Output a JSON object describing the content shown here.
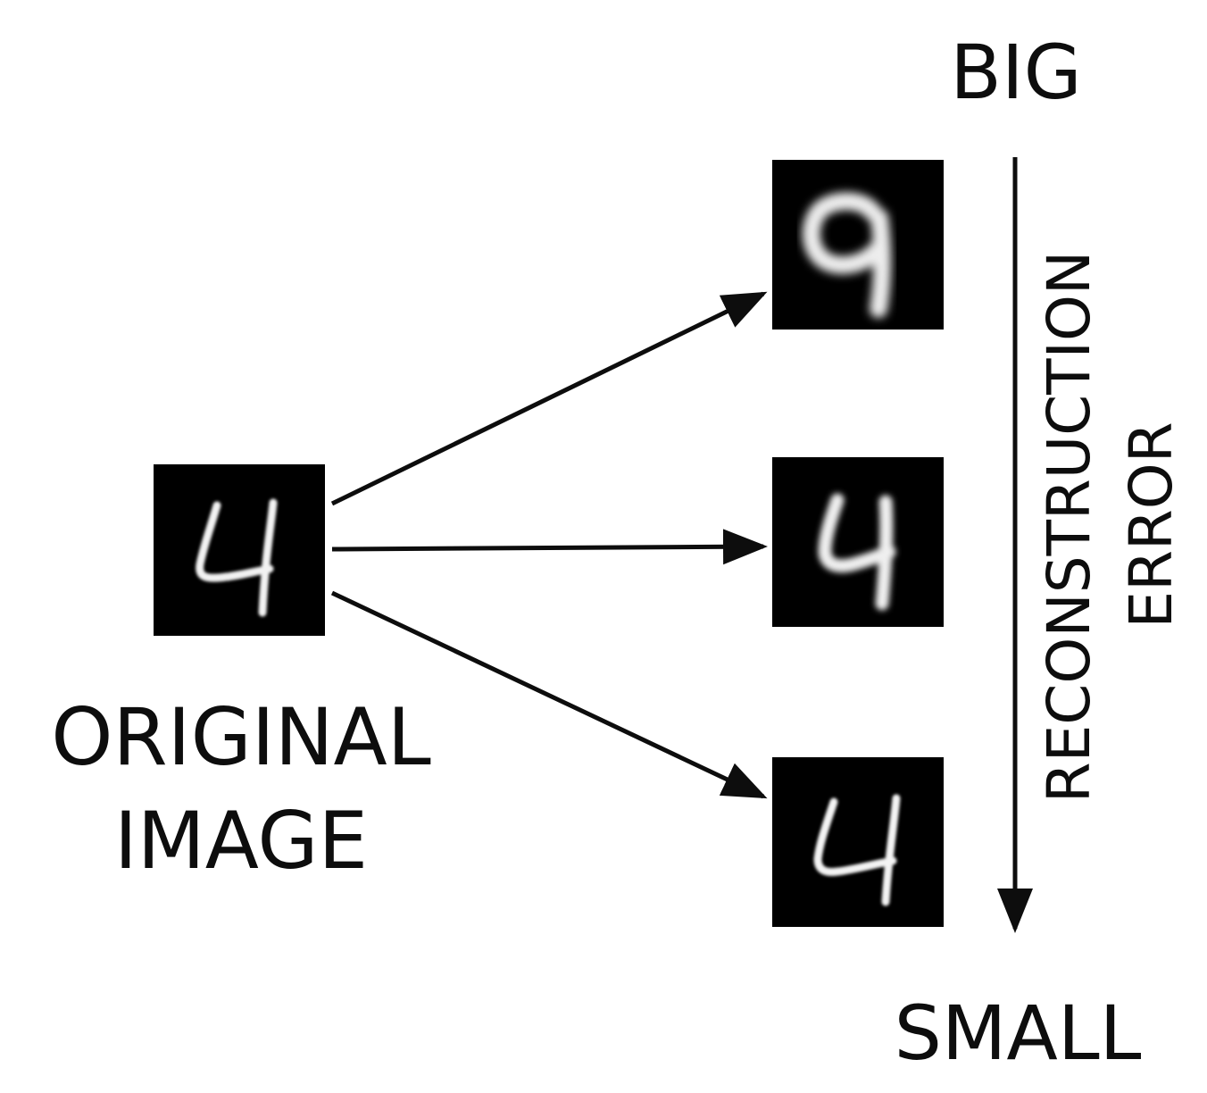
{
  "labels": {
    "big": "BIG",
    "small": "SMALL",
    "original_line1": "ORIGINAL",
    "original_line2": "IMAGE",
    "axis_line1": "RECONSTRUCTION",
    "axis_line2": "ERROR"
  },
  "images": {
    "original": {
      "digit": "4",
      "caption": "original handwritten digit 4"
    },
    "reconstructions": [
      {
        "digit": "9",
        "error": "big"
      },
      {
        "digit": "4",
        "error": "medium"
      },
      {
        "digit": "4",
        "error": "small"
      }
    ]
  },
  "colors": {
    "ink": "#0d0d0d",
    "tile_background": "#000000",
    "digit_stroke": "#f2f2f2"
  }
}
